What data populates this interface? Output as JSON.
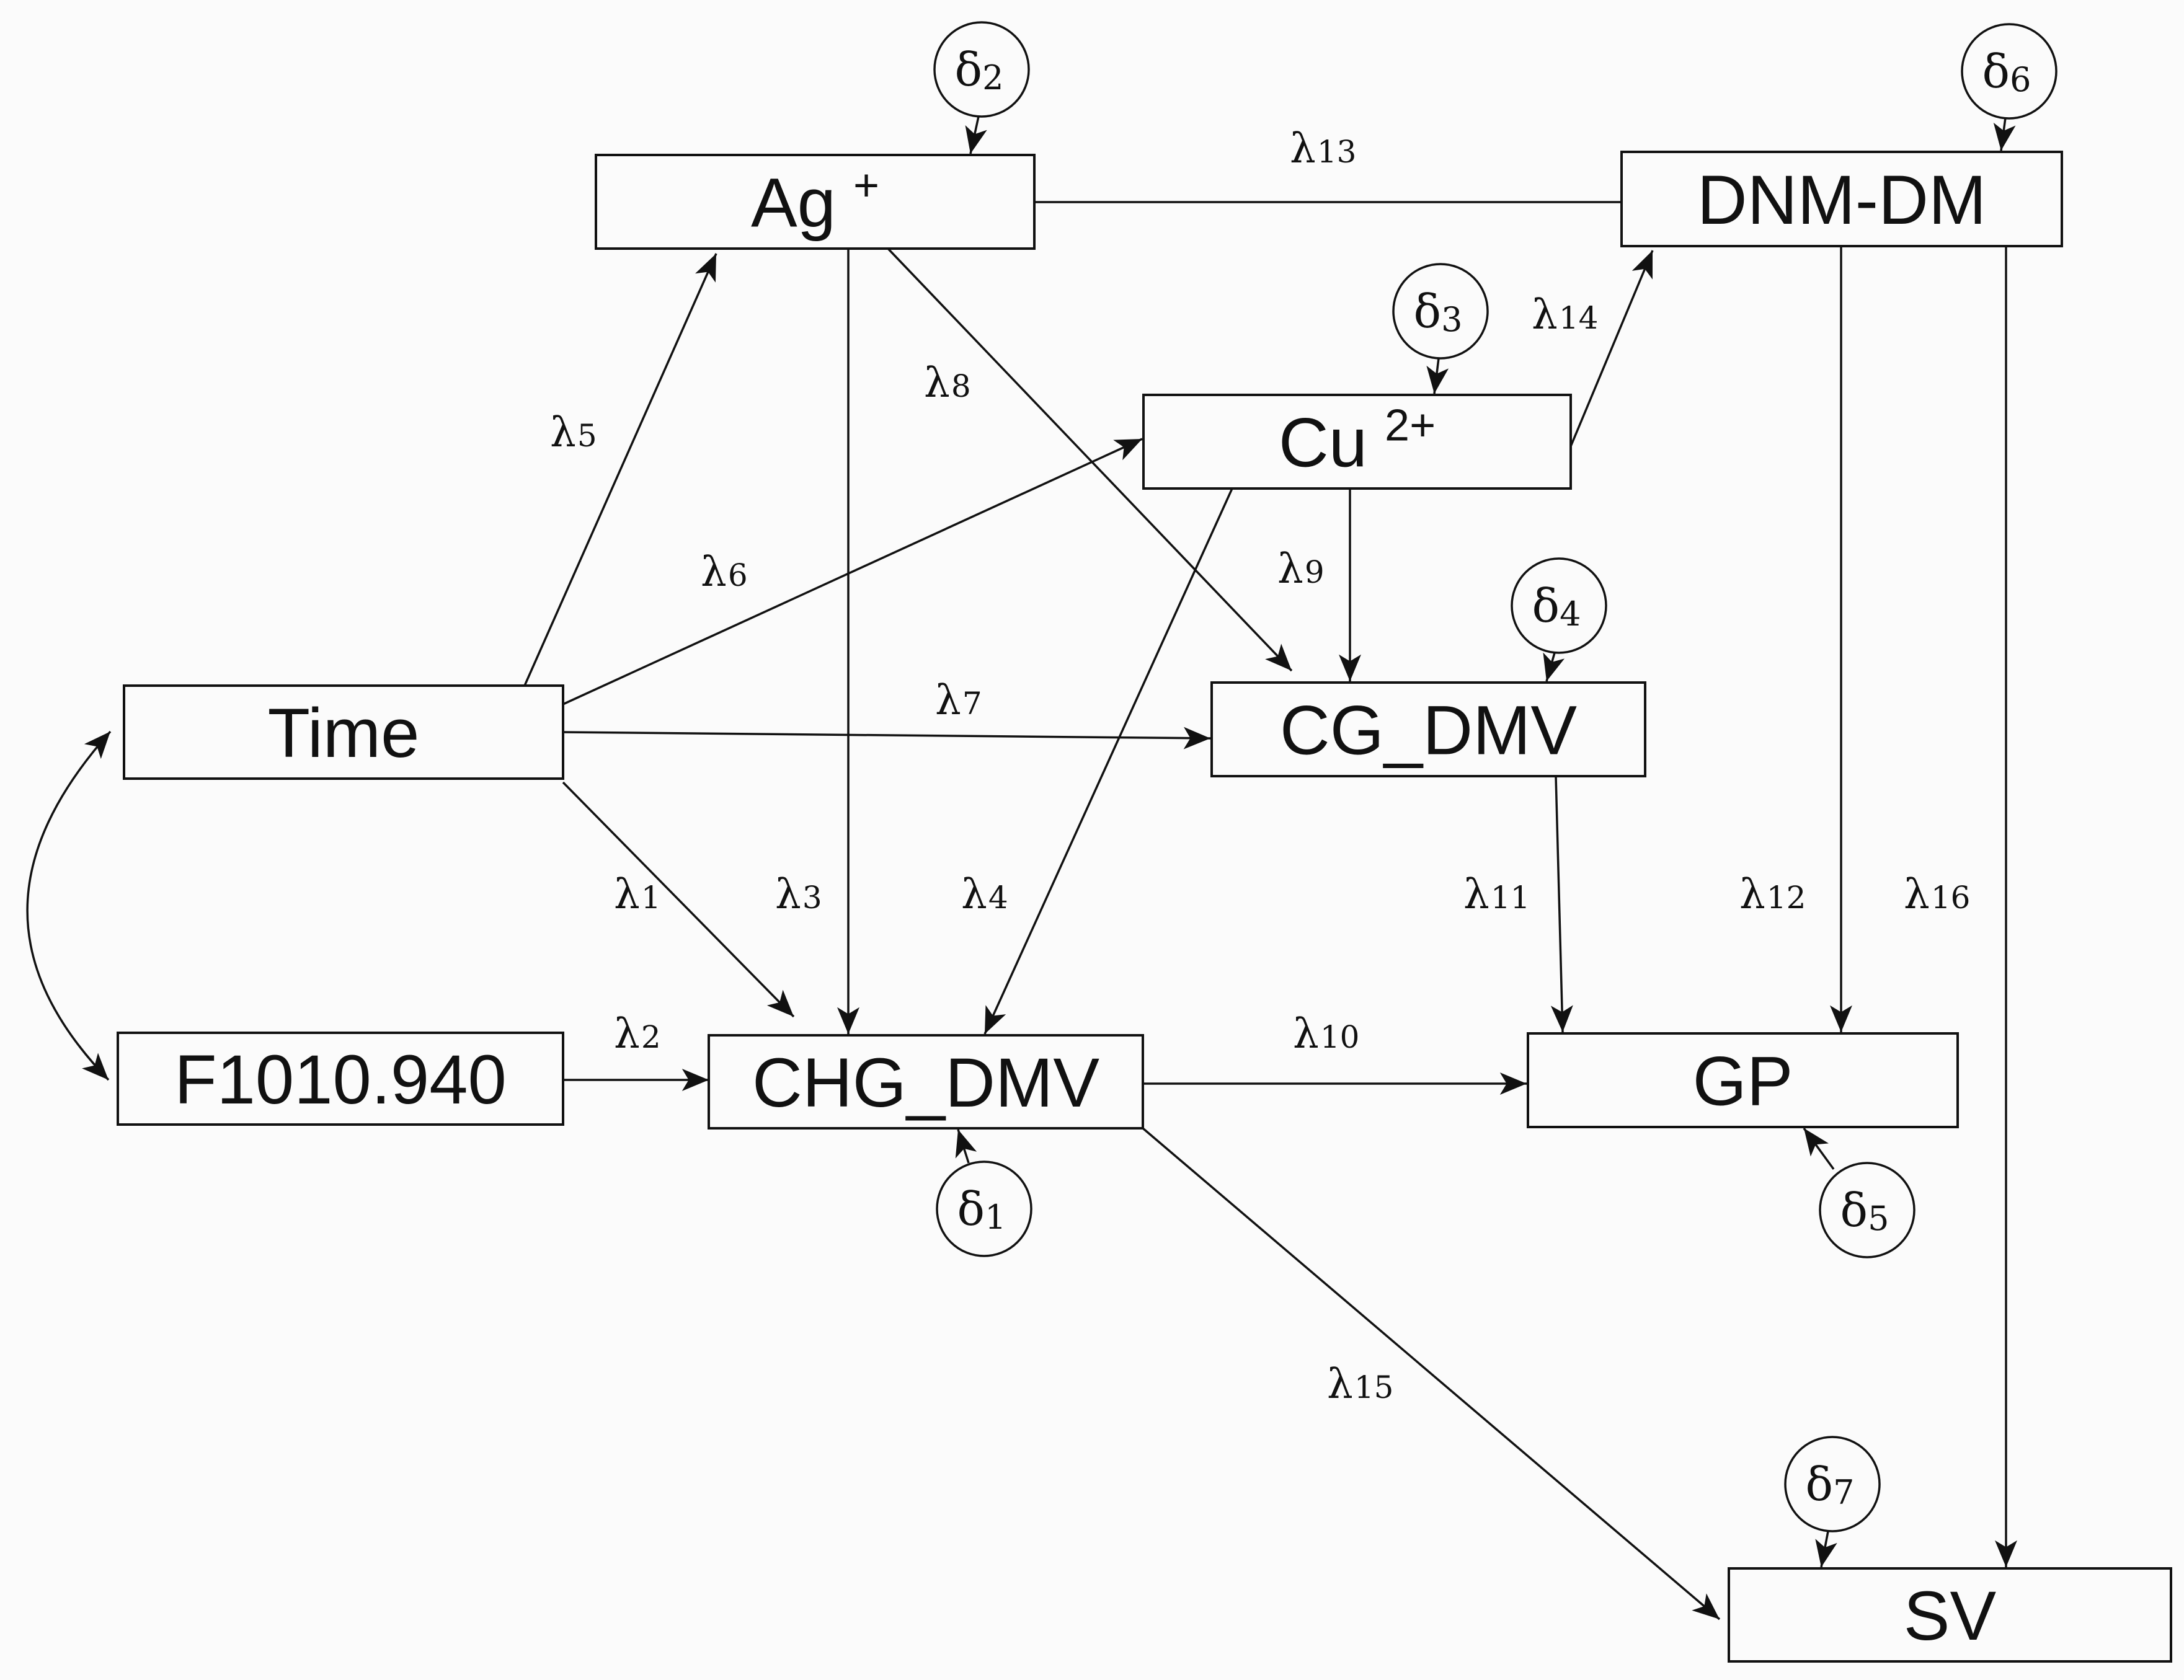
{
  "nodes": [
    {
      "id": "time",
      "label": "Time",
      "sup": ""
    },
    {
      "id": "f1010",
      "label": "F1010.940",
      "sup": ""
    },
    {
      "id": "ag",
      "label": "Ag",
      "sup": "+"
    },
    {
      "id": "cu",
      "label": "Cu",
      "sup": "2+"
    },
    {
      "id": "chg",
      "label": "CHG_DMV",
      "sup": ""
    },
    {
      "id": "cg",
      "label": "CG_DMV",
      "sup": ""
    },
    {
      "id": "dnm",
      "label": "DNM-DM",
      "sup": ""
    },
    {
      "id": "gp",
      "label": "GP",
      "sup": ""
    },
    {
      "id": "sv",
      "label": "SV",
      "sup": ""
    }
  ],
  "paths": [
    {
      "from": "time",
      "to": "chg",
      "symbol": "λ",
      "index": "1"
    },
    {
      "from": "f1010",
      "to": "chg",
      "symbol": "λ",
      "index": "2"
    },
    {
      "from": "ag",
      "to": "chg",
      "symbol": "λ",
      "index": "3"
    },
    {
      "from": "cu",
      "to": "chg",
      "symbol": "λ",
      "index": "4"
    },
    {
      "from": "time",
      "to": "ag",
      "symbol": "λ",
      "index": "5"
    },
    {
      "from": "time",
      "to": "cu",
      "symbol": "λ",
      "index": "6"
    },
    {
      "from": "time",
      "to": "cg",
      "symbol": "λ",
      "index": "7"
    },
    {
      "from": "ag",
      "to": "cg",
      "symbol": "λ",
      "index": "8"
    },
    {
      "from": "cu",
      "to": "cg",
      "symbol": "λ",
      "index": "9"
    },
    {
      "from": "chg",
      "to": "gp",
      "symbol": "λ",
      "index": "10"
    },
    {
      "from": "cg",
      "to": "gp",
      "symbol": "λ",
      "index": "11"
    },
    {
      "from": "dnm",
      "to": "gp",
      "symbol": "λ",
      "index": "12"
    },
    {
      "from": "ag",
      "to": "dnm",
      "symbol": "λ",
      "index": "13"
    },
    {
      "from": "cu",
      "to": "dnm",
      "symbol": "λ",
      "index": "14"
    },
    {
      "from": "chg",
      "to": "sv",
      "symbol": "λ",
      "index": "15"
    },
    {
      "from": "dnm",
      "to": "sv",
      "symbol": "λ",
      "index": "16"
    }
  ],
  "errors": [
    {
      "target": "chg",
      "symbol": "δ",
      "index": "1"
    },
    {
      "target": "ag",
      "symbol": "δ",
      "index": "2"
    },
    {
      "target": "cu",
      "symbol": "δ",
      "index": "3"
    },
    {
      "target": "cg",
      "symbol": "δ",
      "index": "4"
    },
    {
      "target": "gp",
      "symbol": "δ",
      "index": "5"
    },
    {
      "target": "dnm",
      "symbol": "δ",
      "index": "6"
    },
    {
      "target": "sv",
      "symbol": "δ",
      "index": "7"
    }
  ],
  "correlations": [
    {
      "between": [
        "time",
        "f1010"
      ]
    }
  ],
  "colors": {
    "line": "#111111",
    "background": "#fbfbfb"
  }
}
